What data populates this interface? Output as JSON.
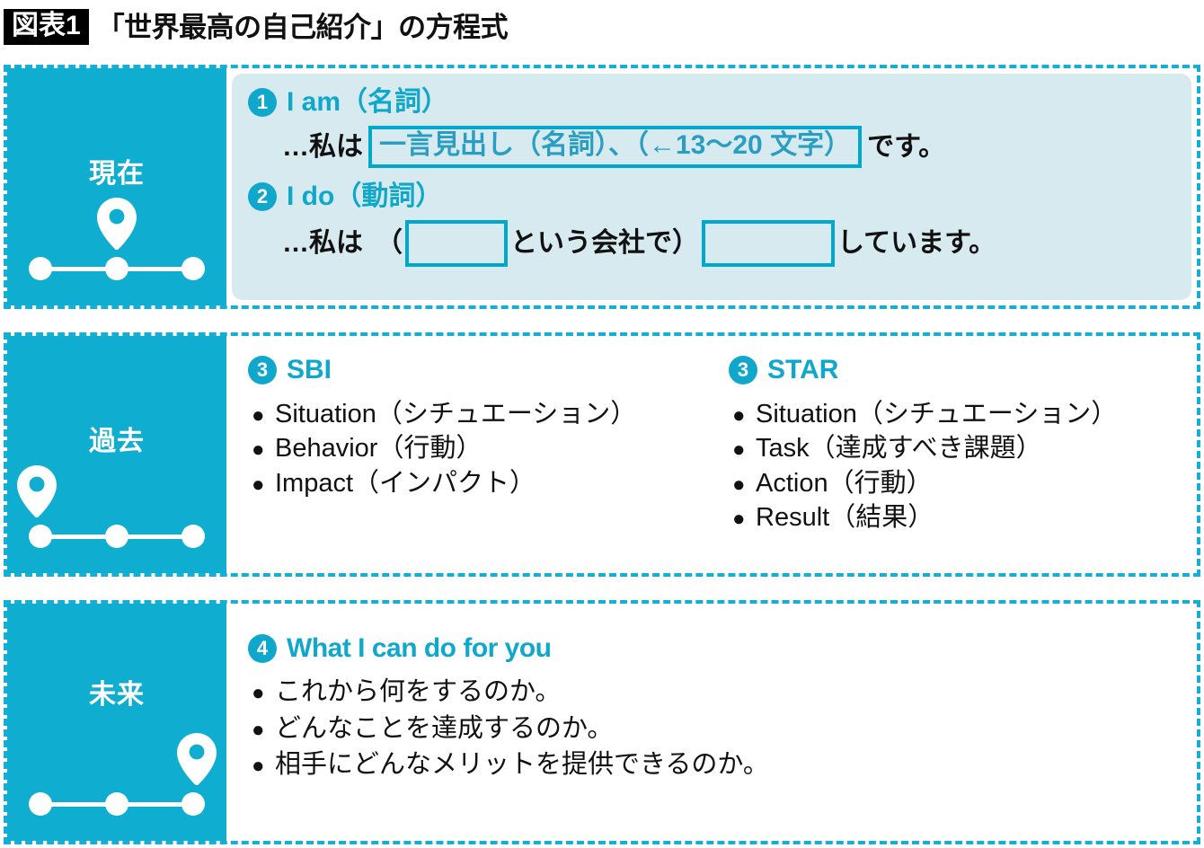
{
  "header": {
    "figure_tag": "図表1",
    "title": "「世界最高の自己紹介」の方程式"
  },
  "colors": {
    "accent": "#0fadcf",
    "accent_text": "#0fa8cc",
    "panel_tint": "#d7eaf0",
    "box_border": "#00a7cf",
    "tag_bg": "#000000"
  },
  "panels": [
    {
      "timeline_label": "現在",
      "pin_position": "mid",
      "items": [
        {
          "number": "❶",
          "number_plain": "1",
          "heading": "I am（名詞）",
          "sentence_prefix": "…私は",
          "boxed_text": "一言見出し（名詞）、（←13〜20 文字）",
          "sentence_suffix": "です。"
        },
        {
          "number": "❷",
          "number_plain": "2",
          "heading": "I do（動詞）",
          "sentence_prefix": "…私は",
          "open_paren": "（",
          "mid_text": "という会社で）",
          "sentence_suffix": "しています。"
        }
      ]
    },
    {
      "timeline_label": "過去",
      "pin_position": "left",
      "columns": [
        {
          "number": "❸",
          "number_plain": "3",
          "heading": "SBI",
          "bullets": [
            "Situation（シチュエーション）",
            "Behavior（行動）",
            "Impact（インパクト）"
          ]
        },
        {
          "number": "❸",
          "number_plain": "3",
          "heading": "STAR",
          "bullets": [
            "Situation（シチュエーション）",
            "Task（達成すべき課題）",
            "Action（行動）",
            "Result（結果）"
          ]
        }
      ]
    },
    {
      "timeline_label": "未来",
      "pin_position": "right",
      "section": {
        "number": "❹",
        "number_plain": "4",
        "heading": "What I can do for you",
        "bullets": [
          "これから何をするのか。",
          "どんなことを達成するのか。",
          "相手にどんなメリットを提供できるのか。"
        ]
      }
    }
  ],
  "bullet_glyph": "●"
}
